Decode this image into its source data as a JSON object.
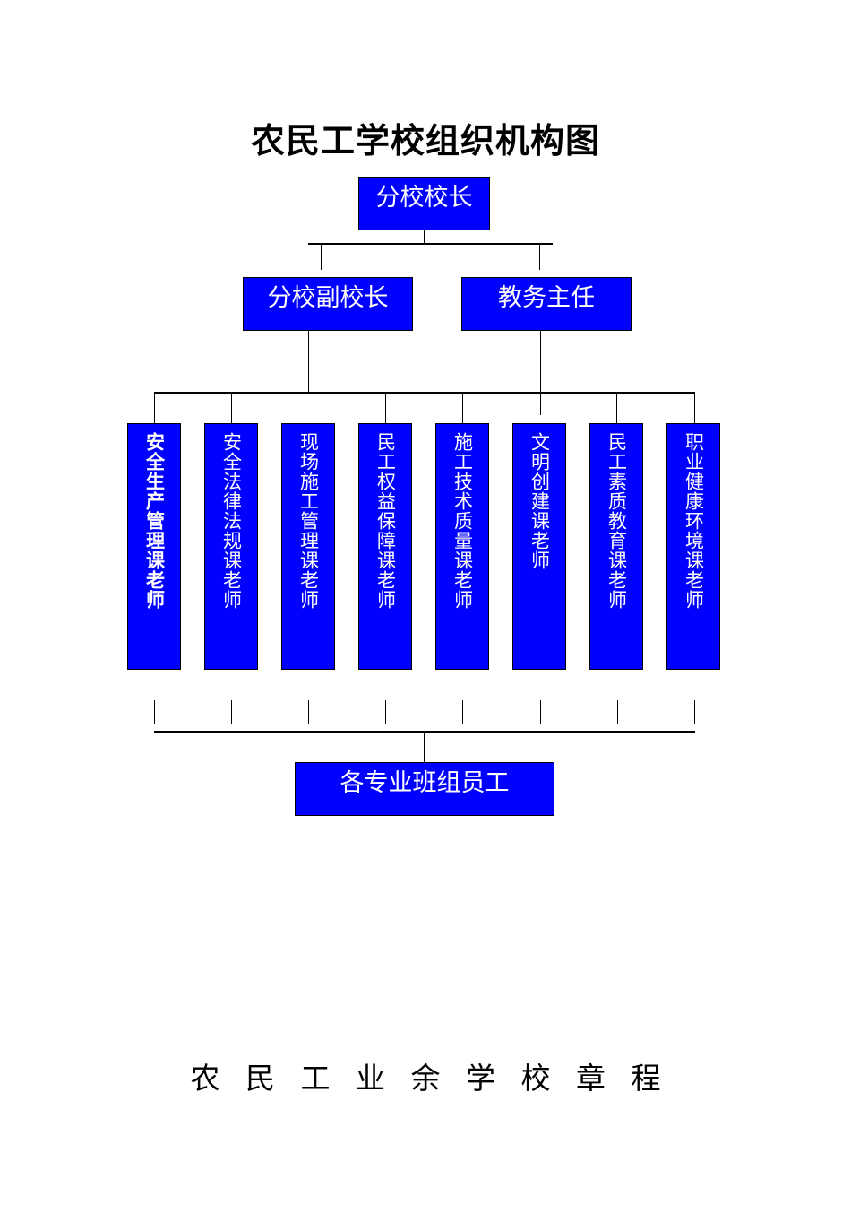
{
  "title": "农民工学校组织机构图",
  "top_box": "分校校长",
  "mid_boxes": [
    "分校副校长",
    "教务主任"
  ],
  "teachers": [
    "安全生产管理课老师",
    "安全法律法规课老师",
    "现场施工管理课老师",
    "民工权益保障课老师",
    "施工技术质量课老师",
    "文明创建课老师",
    "民工素质教育课老师",
    "职业健康环境课老师"
  ],
  "bottom_box": "各专业班组员工",
  "footer": "农 民 工 业 余 学 校 章 程"
}
